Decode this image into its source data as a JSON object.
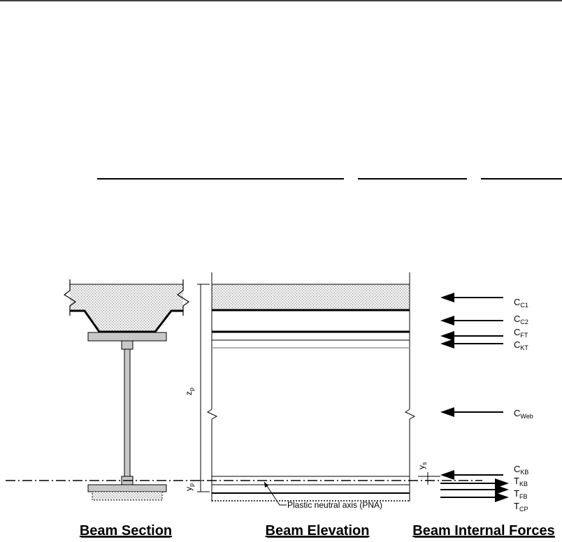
{
  "titles": {
    "section": "Beam Section",
    "elevation": "Beam Elevation",
    "forces": "Beam Internal Forces"
  },
  "annotations": {
    "pna": "Plastic neutral axis (PNA)",
    "zp_main": "z",
    "zp_sub": "p",
    "yp_main": "y",
    "yp_sub": "p",
    "ys_main": "y",
    "ys_sub": "s"
  },
  "forces": [
    {
      "main": "C",
      "sub": "C1"
    },
    {
      "main": "C",
      "sub": "C2"
    },
    {
      "main": "C",
      "sub": "FT"
    },
    {
      "main": "C",
      "sub": "KT"
    },
    {
      "main": "C",
      "sub": "Web"
    },
    {
      "main": "C",
      "sub": "KB"
    },
    {
      "main": "T",
      "sub": "KB"
    },
    {
      "main": "T",
      "sub": "FB"
    },
    {
      "main": "T",
      "sub": "CP"
    }
  ],
  "colors": {
    "concrete_fill": "#e6e6e6",
    "steel_fill": "#c8c8c8",
    "line": "#000000"
  }
}
